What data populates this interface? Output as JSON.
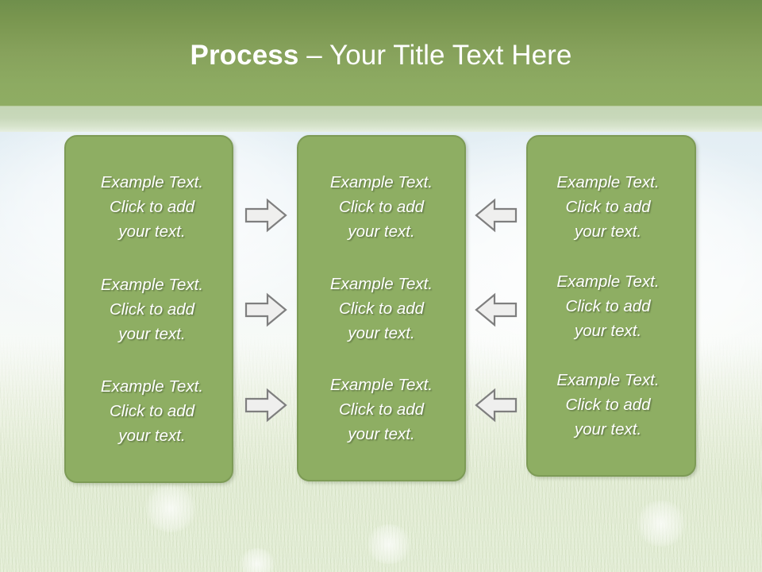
{
  "slide": {
    "title": {
      "bold_part": "Process",
      "rest_part": " – Your Title Text Here",
      "full": "Process – Your Title Text Here"
    },
    "theme": {
      "header_green_top": "#6f8f4c",
      "header_green_bottom": "#8fac63",
      "box_fill": "#8eae63",
      "box_border": "#7d9b56",
      "under_band": "#c8d8ba",
      "text_white": "#ffffff",
      "arrow_fill": "#efefee",
      "arrow_stroke": "#7f7f7f",
      "background_sky": "#dce9f1",
      "background_grass": "#eef3e7"
    }
  },
  "columns": [
    {
      "name": "column-left",
      "items": [
        {
          "text": "Example Text.\nClick  to add\nyour text."
        },
        {
          "text": "Example Text.\nClick  to add\nyour text."
        },
        {
          "text": "Example Text.\nClick  to add\nyour text."
        }
      ]
    },
    {
      "name": "column-middle",
      "items": [
        {
          "text": "Example Text.\nClick  to add\nyour text."
        },
        {
          "text": "Example Text.\nClick  to add\nyour text."
        },
        {
          "text": "Example Text.\nClick  to add\nyour text."
        }
      ]
    },
    {
      "name": "column-right",
      "items": [
        {
          "text": "Example Text.\nClick  to add\nyour text."
        },
        {
          "text": "Example Text.\nClick  to add\nyour text."
        },
        {
          "text": "Example Text.\nClick  to add\nyour text."
        }
      ]
    }
  ],
  "connectors": {
    "right_arrows": [
      {
        "icon": "arrow-right-icon",
        "direction": "right"
      },
      {
        "icon": "arrow-right-icon",
        "direction": "right"
      },
      {
        "icon": "arrow-right-icon",
        "direction": "right"
      }
    ],
    "left_arrows": [
      {
        "icon": "arrow-left-icon",
        "direction": "left"
      },
      {
        "icon": "arrow-left-icon",
        "direction": "left"
      },
      {
        "icon": "arrow-left-icon",
        "direction": "left"
      }
    ]
  }
}
